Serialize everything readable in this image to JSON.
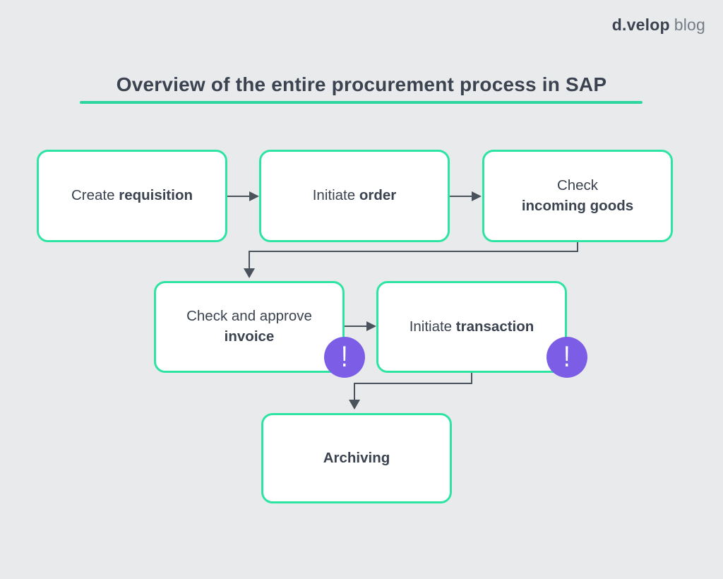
{
  "header": {
    "logo_bold": "d.velop",
    "logo_light": "blog"
  },
  "title": {
    "text": "Overview of the entire procurement process in SAP"
  },
  "flowchart": {
    "boxes": [
      {
        "label_plain": "Create ",
        "label_bold": "requisition"
      },
      {
        "label_plain": "Initiate ",
        "label_bold": "order"
      },
      {
        "label_plain": "Check",
        "label_bold": "incoming goods"
      },
      {
        "label_plain": "Check and approve",
        "label_bold": "invoice"
      },
      {
        "label_plain": "Initiate ",
        "label_bold": "transaction"
      },
      {
        "label_plain": "",
        "label_bold": "Archiving"
      }
    ],
    "badges": [
      {
        "symbol": "!"
      },
      {
        "symbol": "!"
      }
    ]
  },
  "colors": {
    "background": "#e9eaec",
    "box_border_green": "#2ee4a3",
    "underline_green": "#2dd69e",
    "text_dark": "#3b4350",
    "arrow": "#4a525c",
    "badge_purple": "#7c5de6",
    "logo_light_gray": "#757d86"
  }
}
